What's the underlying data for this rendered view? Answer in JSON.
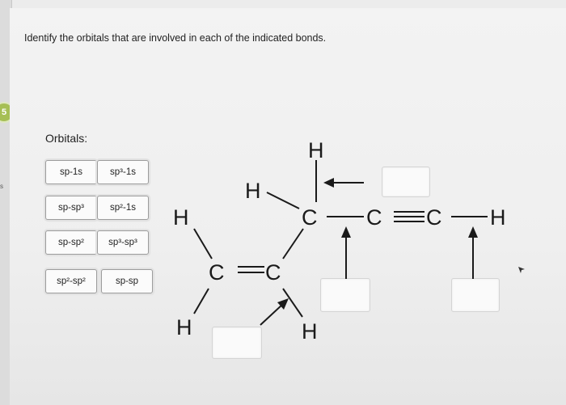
{
  "question": "Identify the orbitals that are involved in each of the indicated bonds.",
  "orbitals_title": "Orbitals:",
  "rail": {
    "badge": "5",
    "marker": "s"
  },
  "chips": [
    {
      "id": "sp-1s",
      "label": "sp-1s"
    },
    {
      "id": "sp3-1s",
      "label": "sp³-1s"
    },
    {
      "id": "sp-sp3",
      "label": "sp-sp³"
    },
    {
      "id": "sp2-1s",
      "label": "sp²-1s"
    },
    {
      "id": "sp-sp2",
      "label": "sp-sp²"
    },
    {
      "id": "sp3-sp3",
      "label": "sp³-sp³"
    },
    {
      "id": "sp2-sp2",
      "label": "sp²-sp²"
    },
    {
      "id": "sp-sp",
      "label": "sp-sp"
    }
  ],
  "molecule": {
    "atoms": {
      "h_top": "H",
      "h_mid": "H",
      "h_left": "H",
      "h_bottom_left": "H",
      "h_bottom_right": "H",
      "h_right": "H",
      "c_top": "C",
      "c_alkyne1": "C",
      "c_alkyne2": "C",
      "c_alkene_left": "C",
      "c_alkene_right": "C"
    }
  },
  "drop_targets": [
    "top-right",
    "alkyne-bottom",
    "alkyne-h-bottom",
    "alkene-bottom"
  ]
}
